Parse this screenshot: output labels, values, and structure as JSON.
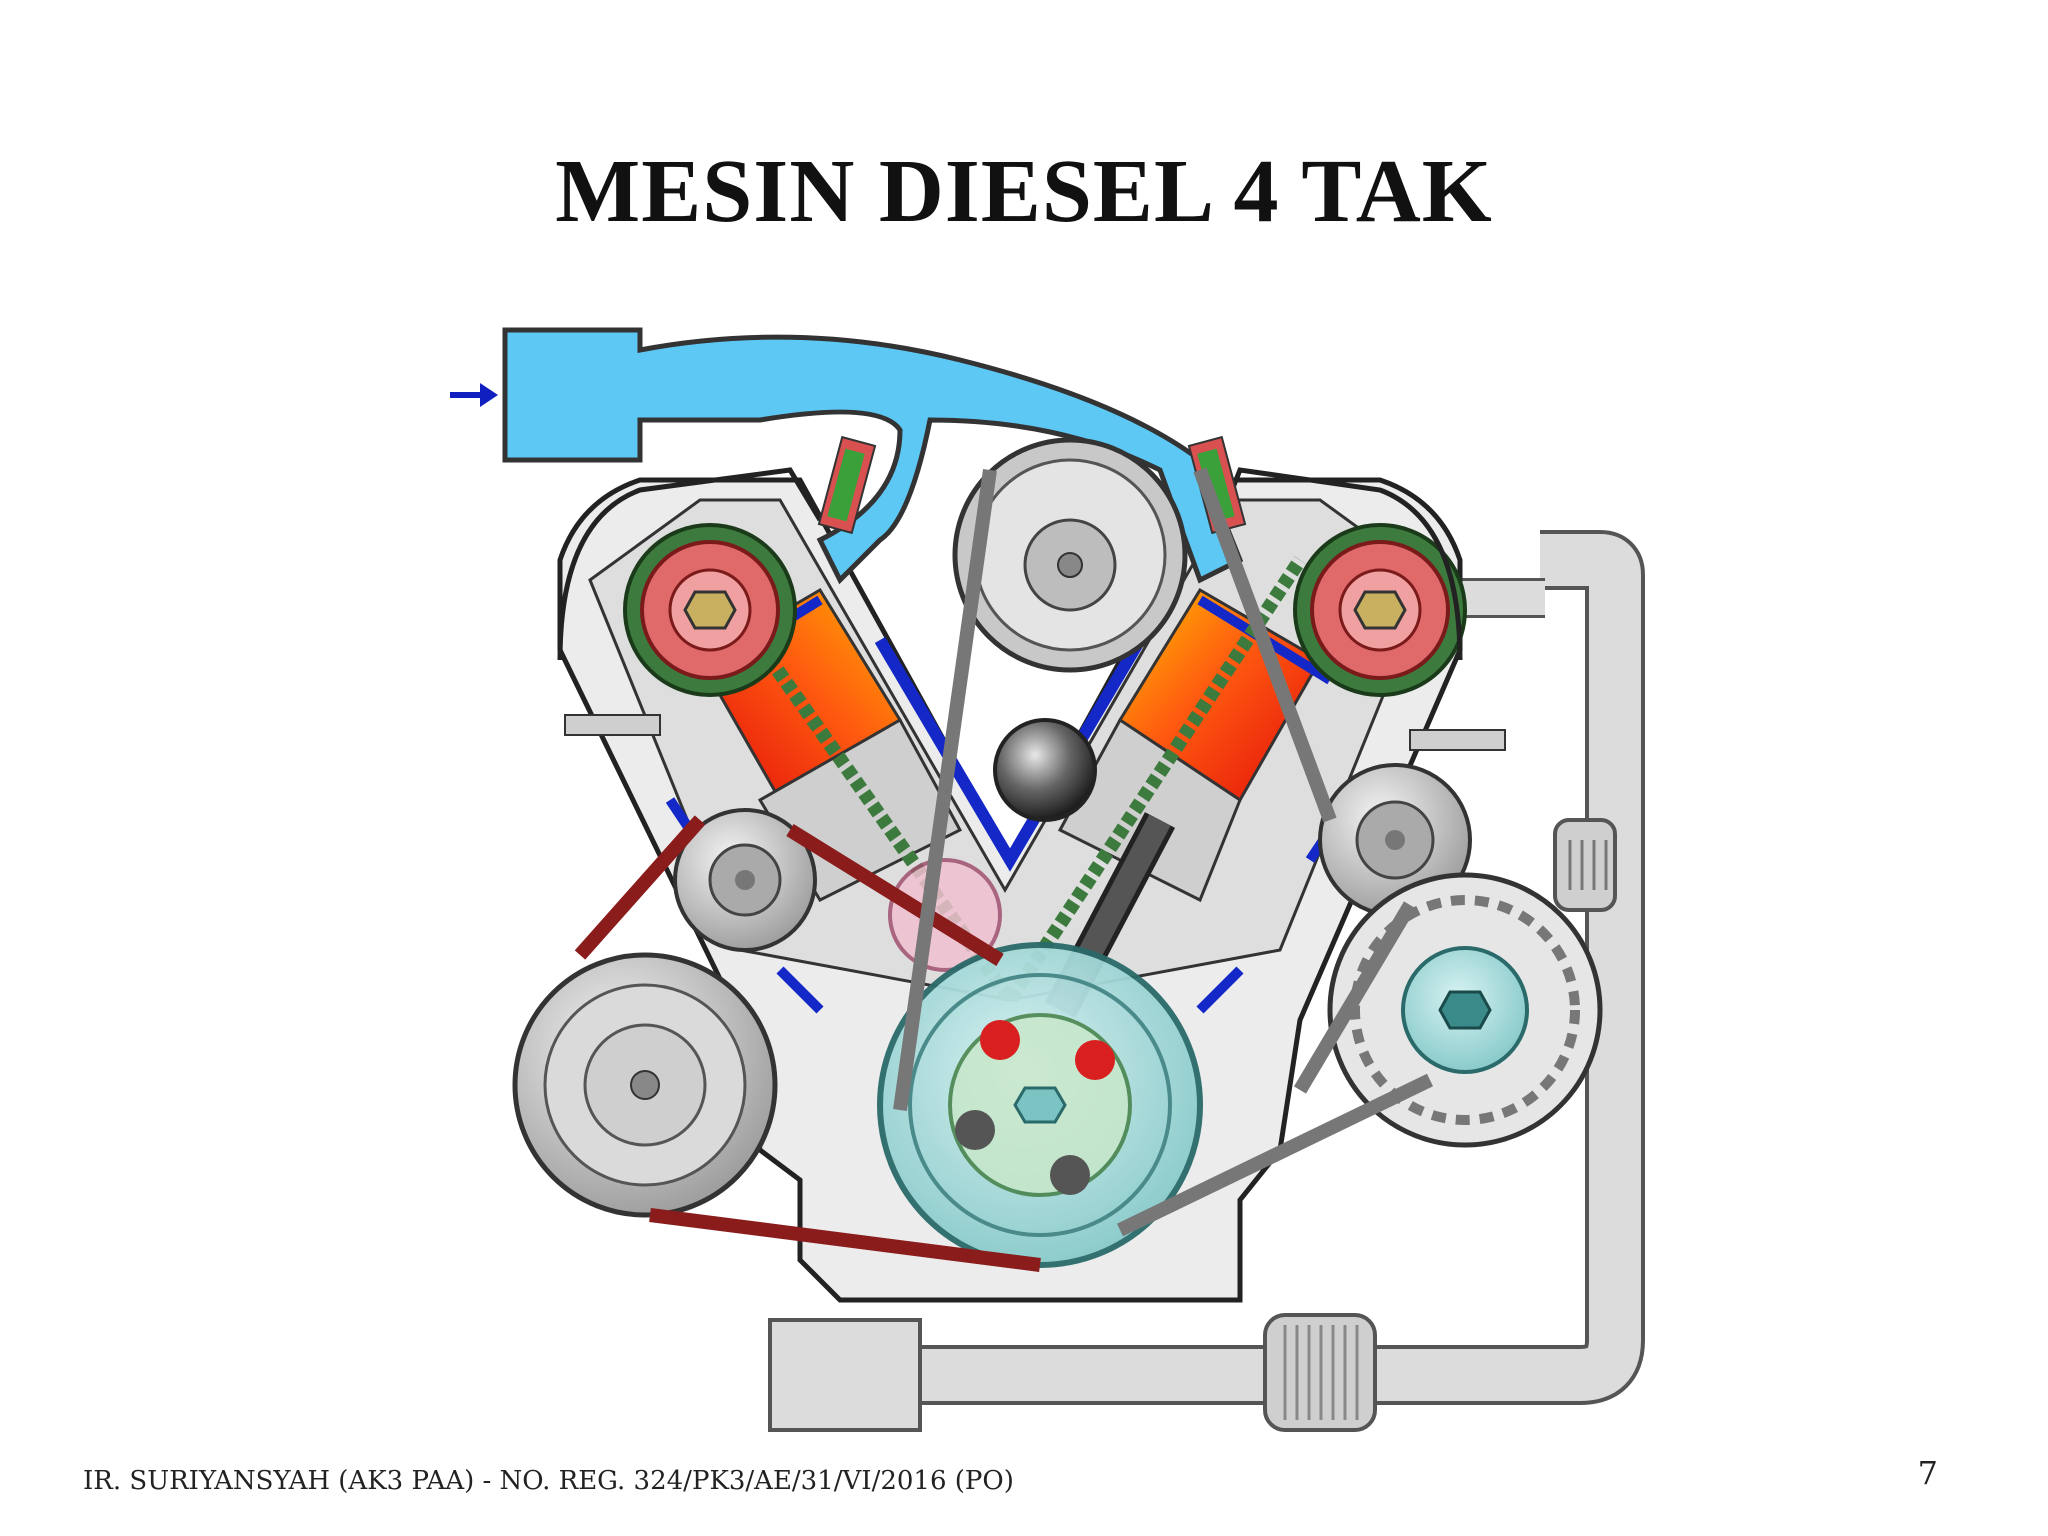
{
  "slide": {
    "title": "MESIN DIESEL 4 TAK",
    "footer": "IR. SURIYANSYAH (AK3 PAA) - NO. REG. 324/PK3/AE/31/VI/2016 (PO)",
    "page_number": "7"
  },
  "diagram": {
    "icons": [
      "intake-arrow-icon"
    ],
    "colors": {
      "intake_air": "#5ec8f5",
      "combustion_hot": "#e01010",
      "combustion_warm": "#ffb000",
      "coolant_jacket": "#1428c8",
      "timing_belt": "#4a8a4a",
      "drive_belt": "#8a1c1c",
      "accessory_belt": "#777777",
      "crank_pulley": "#9ed8d8",
      "exhaust_pipe": "#d8d8d8",
      "cam_gear": "#e06a6a"
    }
  }
}
